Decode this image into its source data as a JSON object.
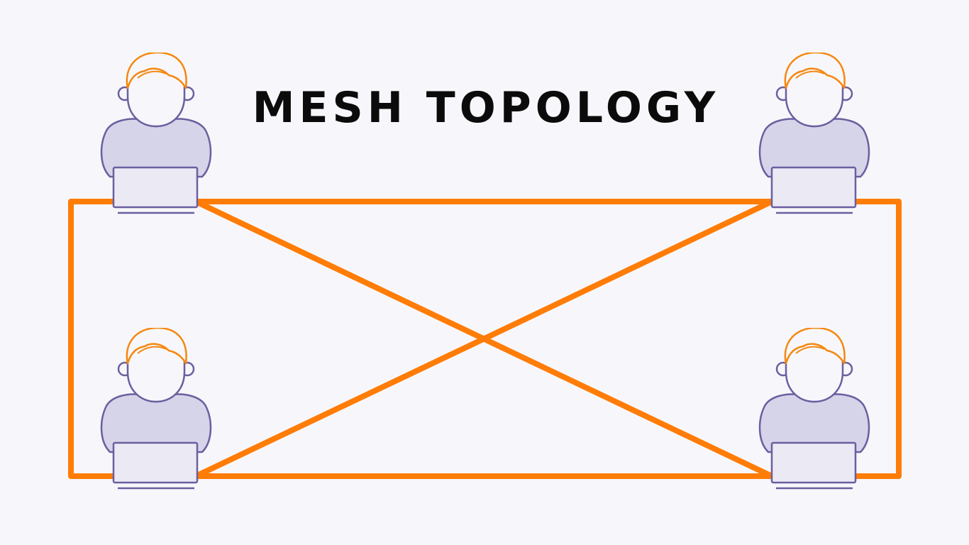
{
  "diagram": {
    "title": "MESH TOPOLOGY",
    "colors": {
      "background": "#f7f7fb",
      "link": "#ff7c06",
      "hair": "#f5870f",
      "person_fill": "#d6d4e9",
      "person_stroke": "#6b5fa0",
      "skin_fill": "#f7f7fb",
      "laptop_fill": "#ebe9f4",
      "title": "#0b0b0b"
    },
    "nodes": [
      {
        "id": "top-left",
        "icon": "person-with-laptop-icon"
      },
      {
        "id": "top-right",
        "icon": "person-with-laptop-icon"
      },
      {
        "id": "bottom-left",
        "icon": "person-with-laptop-icon"
      },
      {
        "id": "bottom-right",
        "icon": "person-with-laptop-icon"
      }
    ],
    "links": [
      {
        "from": "top-left",
        "to": "top-right"
      },
      {
        "from": "bottom-left",
        "to": "bottom-right"
      },
      {
        "from": "top-left",
        "to": "bottom-left"
      },
      {
        "from": "top-right",
        "to": "bottom-right"
      },
      {
        "from": "top-left",
        "to": "bottom-right"
      },
      {
        "from": "bottom-left",
        "to": "top-right"
      }
    ]
  }
}
